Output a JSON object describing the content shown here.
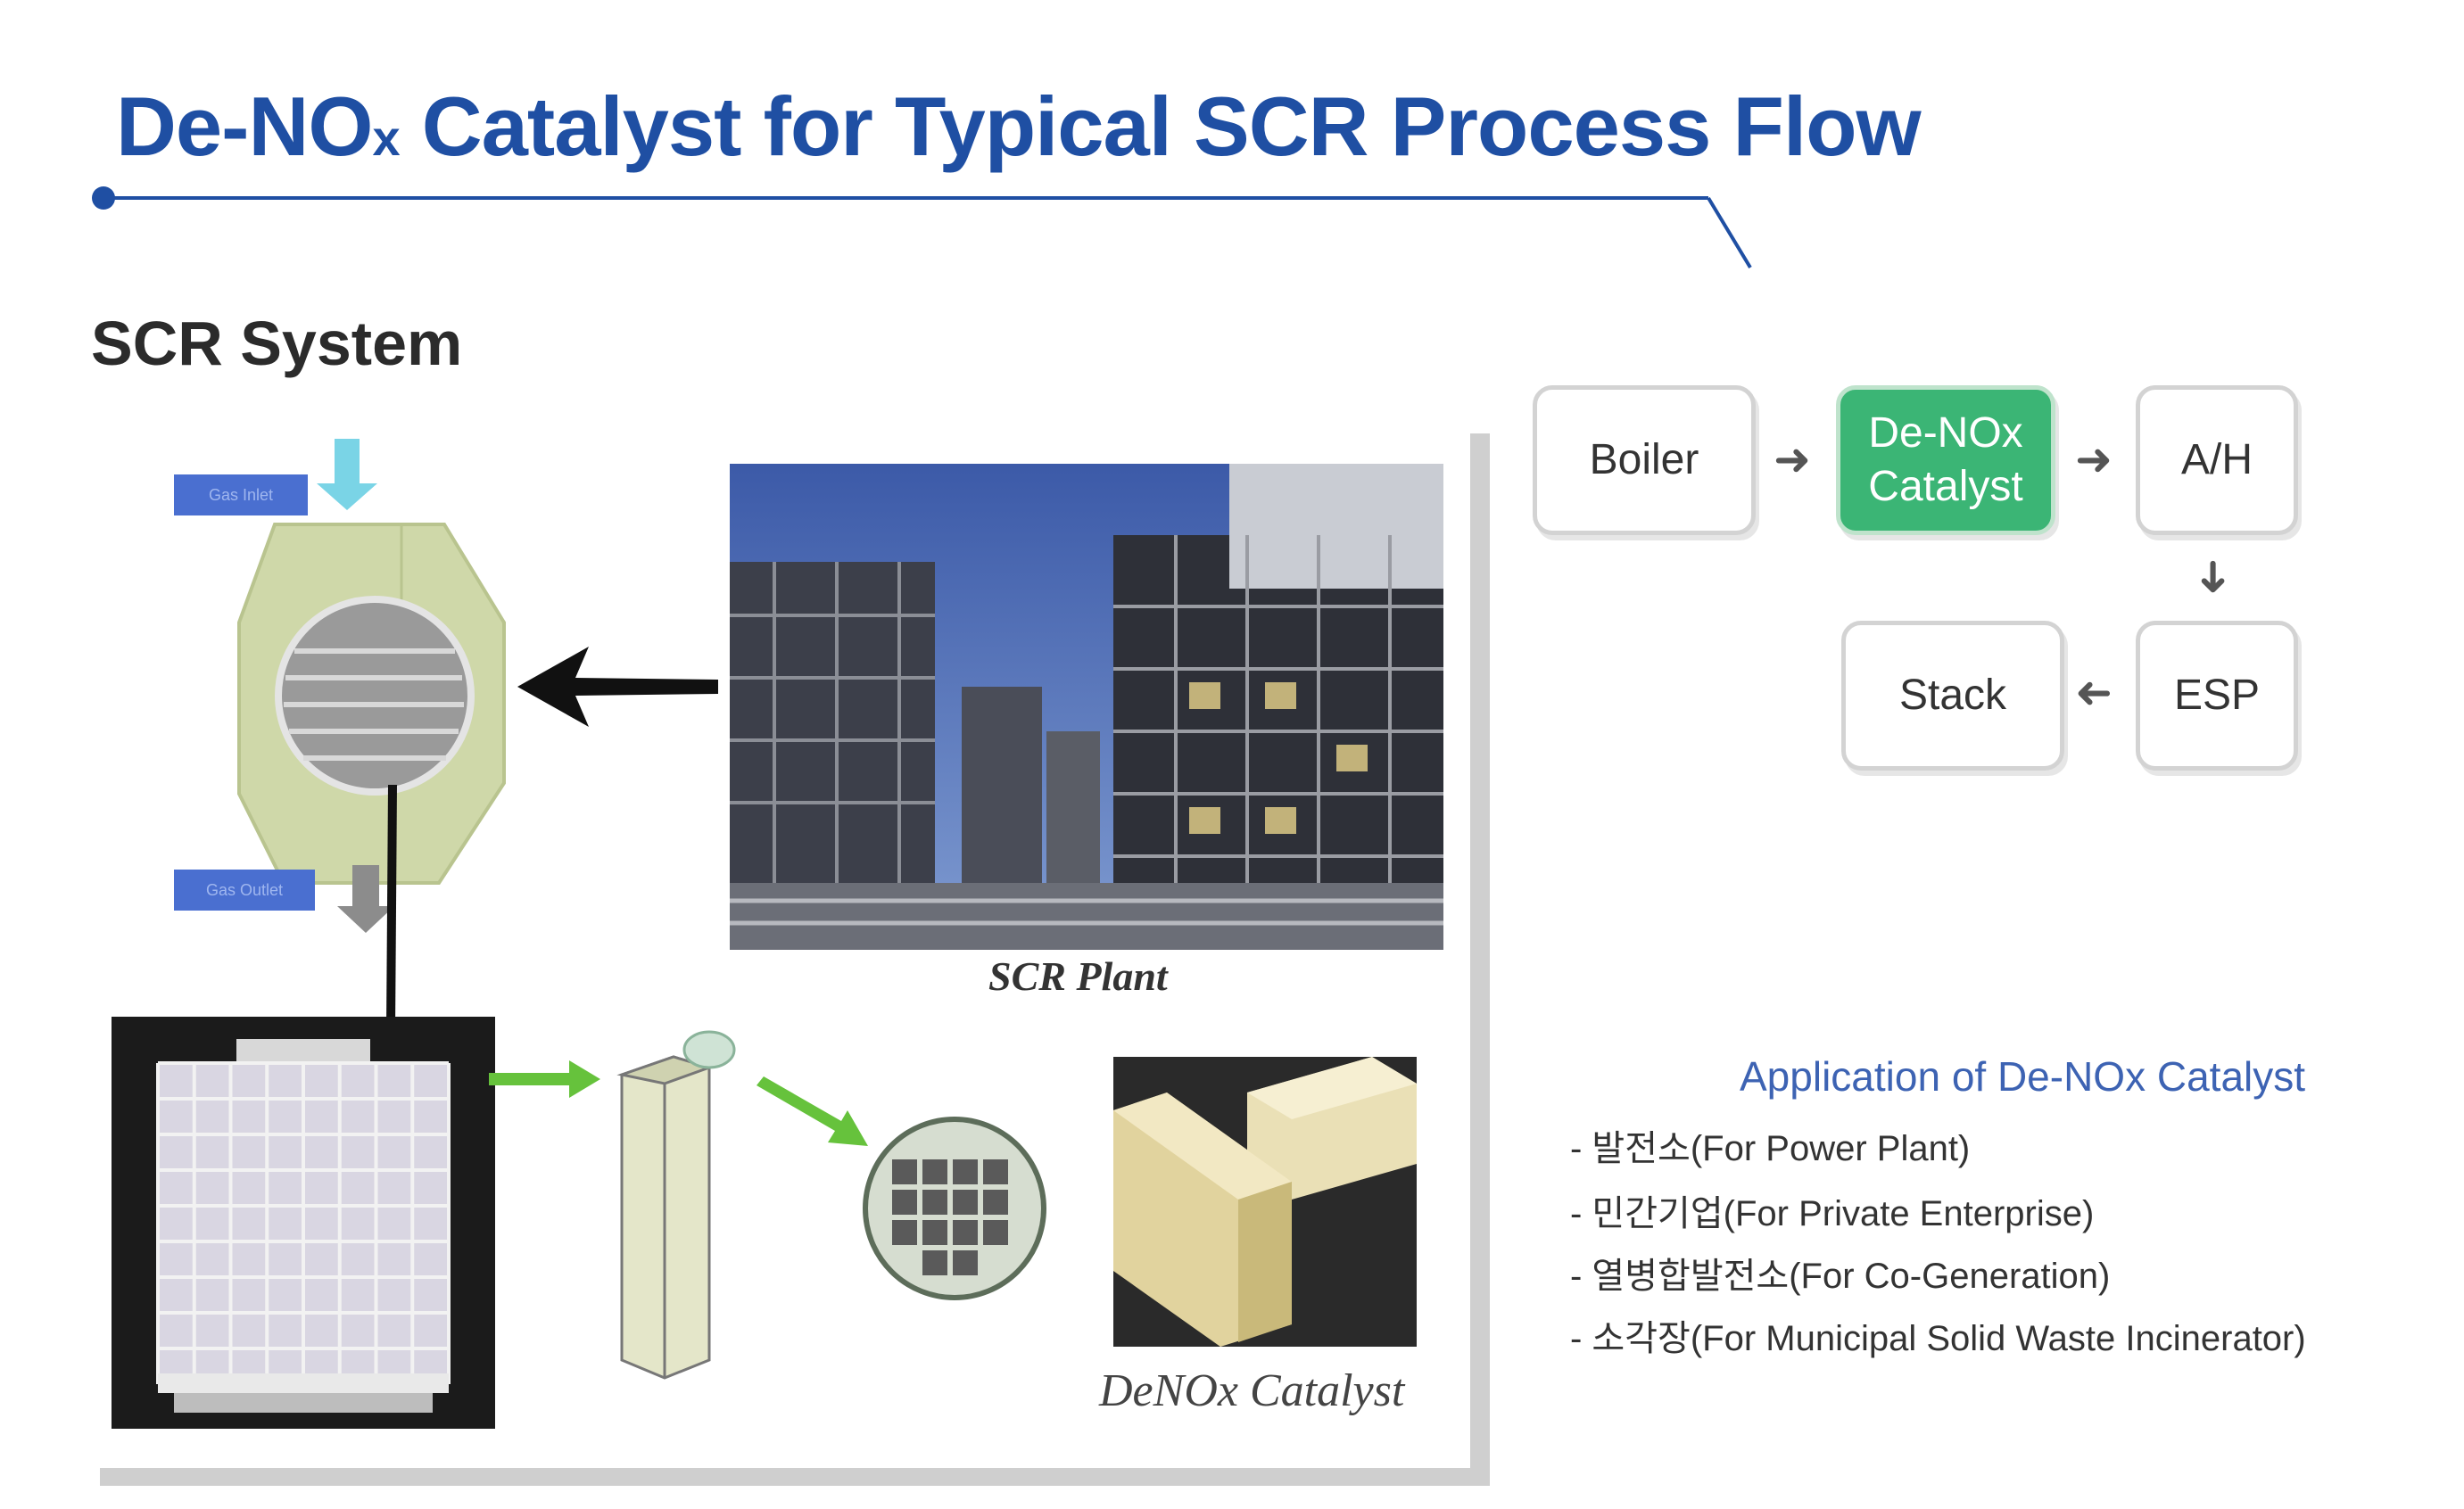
{
  "title": {
    "main": "De-NO",
    "sub": "x",
    "rest": " Catalyst for Typical SCR Process Flow"
  },
  "section": {
    "label": "SCR System"
  },
  "diagram": {
    "plant_label": "SCR Plant",
    "catalyst_label": "DeNOx Catalyst",
    "inlet_tag": "Gas Inlet",
    "outlet_tag": "Gas Outlet"
  },
  "flow": {
    "boiler": "Boiler",
    "denox_line1": "De-NOx",
    "denox_line2": "Catalyst",
    "ah": "A/H",
    "esp": "ESP",
    "stack": "Stack"
  },
  "application": {
    "title": "Application of De-NOx Catalyst",
    "items": [
      "- 발전소(For Power Plant)",
      "- 민간기업(For Private Enterprise)",
      "- 열병합발전소(For Co-Generation)",
      "- 소각장(For Municipal Solid Waste Incinerator)"
    ]
  },
  "colors": {
    "title_blue": "#1f4fa3",
    "active_green": "#3bb575",
    "app_blue": "#3d63b3"
  }
}
